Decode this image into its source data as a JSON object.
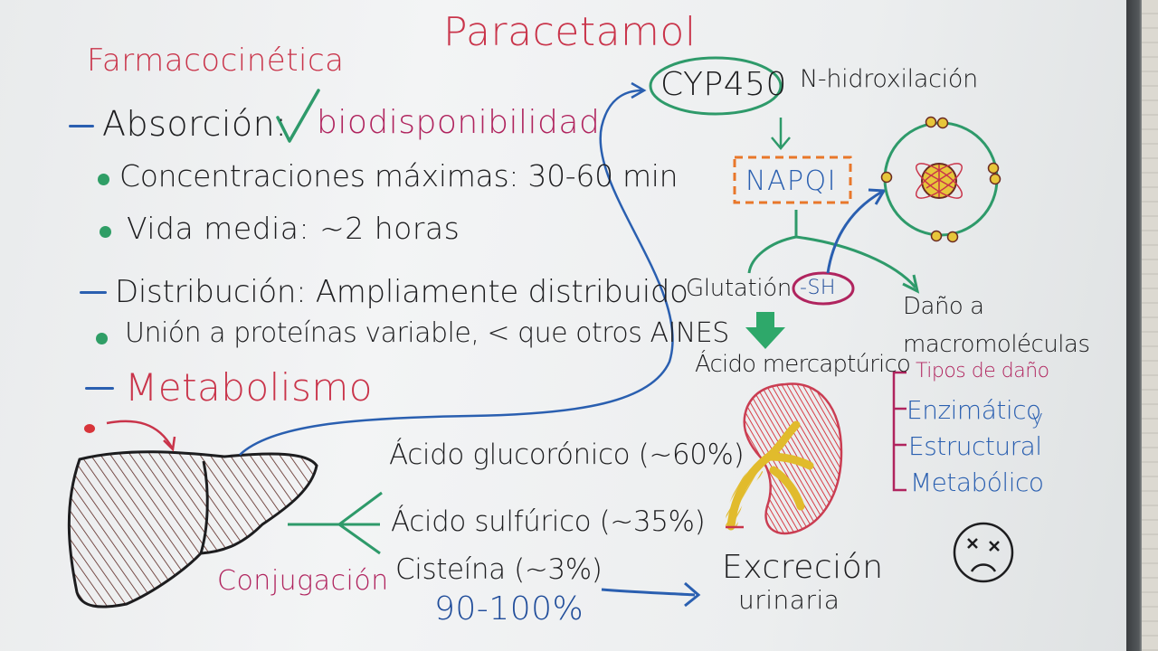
{
  "title": "Paracetamol",
  "section_title": "Farmacocinética",
  "absorption": {
    "label": "Absorción:",
    "check": "✓",
    "note": "biodisponibilidad",
    "items": [
      "Concentraciones máximas: 30-60 min",
      "Vida media: ~2 horas"
    ]
  },
  "distribution": {
    "label": "Distribución: Ampliamente distribuido",
    "items": [
      "Unión a proteínas variable, < que otros AINES"
    ]
  },
  "metabolism": {
    "label": "Metabolismo"
  },
  "conjugation": {
    "label": "Conjugación",
    "items": [
      "Ácido glucorónico (~60%)",
      "Ácido sulfúrico (~35%)",
      "Cisteína (~3%)"
    ],
    "total": "90-100%"
  },
  "oxidation": {
    "enzyme": "CYP450",
    "reaction": "N-hidroxilación",
    "metabolite": "NAPQI",
    "glutathione": "Glutatión",
    "sh": "-SH",
    "product": "Ácido mercaptúrico",
    "damage": "Daño a macromoléculas"
  },
  "damage_types": {
    "title": "Tipos de daño",
    "items": [
      "Enzimático",
      "Estructural",
      "Metabólico"
    ],
    "extra": "y"
  },
  "excretion": {
    "line1": "Excreción",
    "line2": "urinaria"
  },
  "colors": {
    "black_marker": "#1d1d1f",
    "red_marker": "#c9344a",
    "magenta_marker": "#b0245e",
    "blue_marker": "#2a5fb0",
    "green_marker": "#2e9a6a",
    "orange_marker": "#e8772a",
    "yellow_marker": "#e7c63a",
    "brown_marker": "#6b2b22"
  },
  "icons": [
    "check-icon",
    "liver-drawing",
    "kidney-drawing",
    "molecule-icon",
    "sad-face-icon",
    "arrow-down-icon"
  ]
}
